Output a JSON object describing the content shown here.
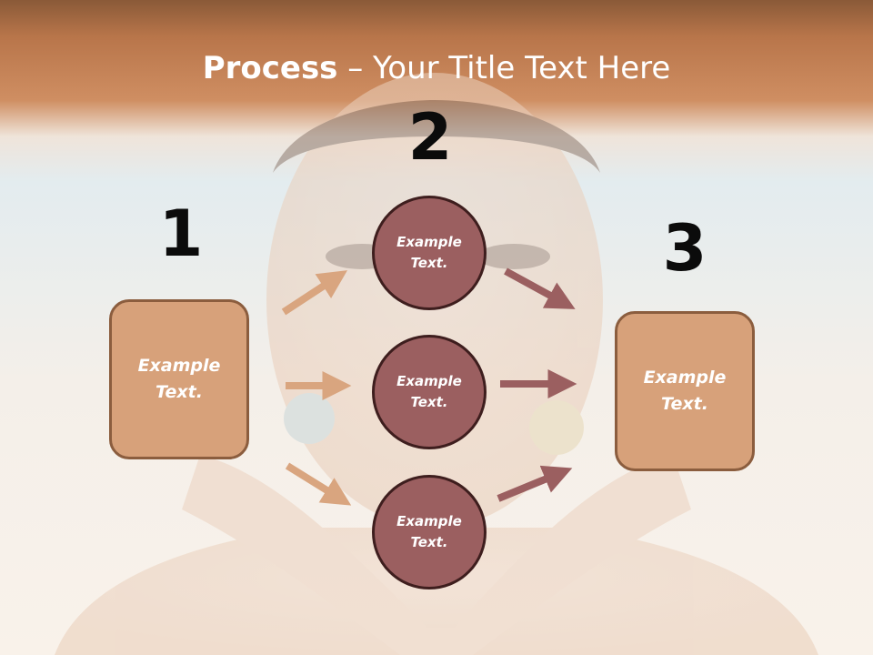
{
  "title": {
    "bold": "Process",
    "rest": " – Your Title Text Here"
  },
  "steps": {
    "one": "1",
    "two": "2",
    "three": "3"
  },
  "left_box": {
    "text": "Example\nText."
  },
  "right_box": {
    "text": "Example\nText."
  },
  "circles": [
    {
      "text": "Example\nText."
    },
    {
      "text": "Example\nText."
    },
    {
      "text": "Example\nText."
    }
  ],
  "colors": {
    "box_fill": "#d7a17a",
    "circle_fill": "#9b5f60",
    "arrow_light": "#d9a57f",
    "arrow_dark": "#9b5f60"
  }
}
